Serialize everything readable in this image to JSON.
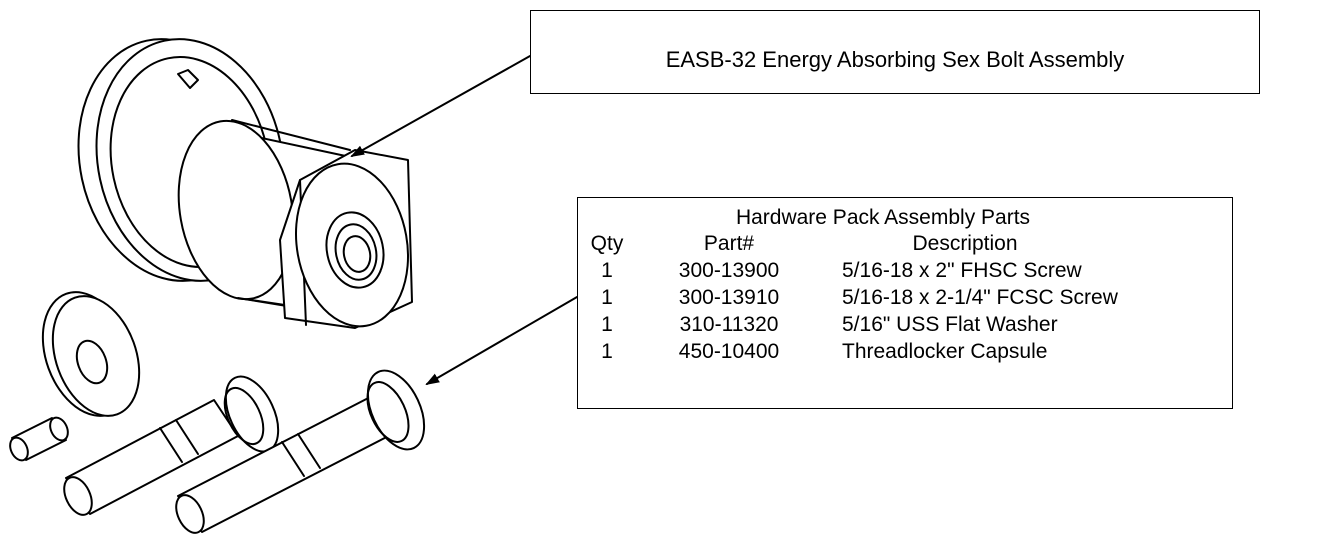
{
  "title_callout": {
    "text": "EASB-32 Energy Absorbing Sex Bolt Assembly"
  },
  "parts_table": {
    "heading": "Hardware Pack Assembly Parts",
    "columns": {
      "qty": "Qty",
      "part": "Part#",
      "description": "Description"
    },
    "rows": [
      {
        "qty": "1",
        "part": "300-13900",
        "description": "5/16-18 x 2\" FHSC Screw"
      },
      {
        "qty": "1",
        "part": "300-13910",
        "description": "5/16-18 x 2-1/4\" FCSC Screw"
      },
      {
        "qty": "1",
        "part": "310-11320",
        "description": "5/16\" USS Flat Washer"
      },
      {
        "qty": "1",
        "part": "450-10400",
        "description": "Threadlocker Capsule"
      }
    ]
  }
}
